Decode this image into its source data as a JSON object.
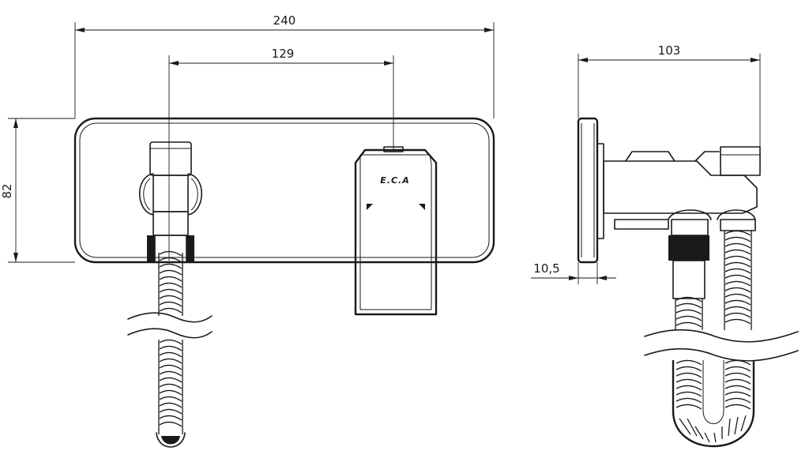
{
  "dimensions": {
    "overall_width": "240",
    "axis_spacing": "129",
    "height": "82",
    "projection": "103",
    "wall_plate": "10,5"
  },
  "brand_logo": "E.C.A"
}
